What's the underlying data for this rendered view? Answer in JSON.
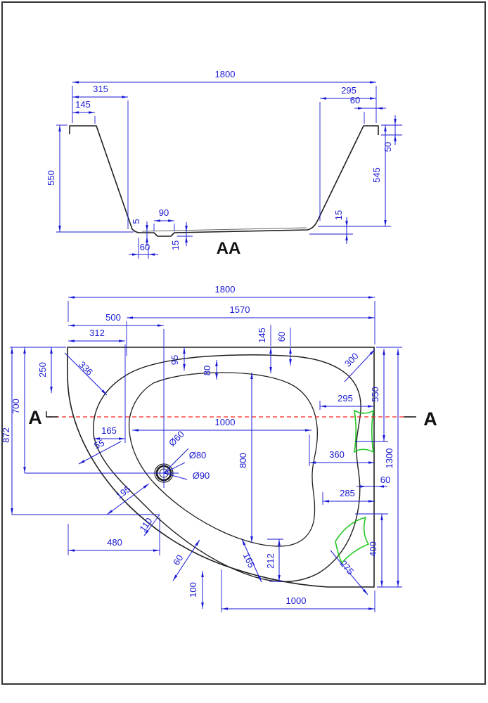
{
  "colors": {
    "dim_blue": "#1a1ad6",
    "line_black": "#1f1f1f",
    "pad_green": "#22c722",
    "section_red": "#ff2020",
    "border": "#33333a",
    "background": "#ffffff"
  },
  "section_view": {
    "title": "AA",
    "dims": [
      [
        "1800",
        103,
        117,
        535,
        117,
        320,
        110,
        0,
        "in"
      ],
      [
        "315",
        103,
        138,
        182,
        138,
        143,
        131,
        0,
        "in"
      ],
      [
        "145",
        103,
        160,
        135,
        160,
        118,
        153,
        0,
        "in"
      ],
      [
        "550",
        85,
        178,
        85,
        330,
        77,
        253,
        -90,
        "in"
      ],
      [
        "295",
        455,
        140,
        535,
        140,
        496,
        133,
        0,
        "in"
      ],
      [
        "60",
        518,
        154,
        535,
        154,
        505,
        147,
        0,
        "out"
      ],
      [
        "50",
        562,
        178,
        562,
        192,
        556,
        209,
        -90,
        "out"
      ],
      [
        "545",
        548,
        178,
        548,
        322,
        540,
        249,
        -90,
        "in"
      ],
      [
        "15",
        493,
        323,
        493,
        333,
        486,
        306,
        -90,
        "out"
      ],
      [
        "5",
        209,
        329,
        209,
        336,
        198,
        315,
        -90,
        "out"
      ],
      [
        "90",
        219,
        314,
        248,
        314,
        233,
        307,
        0,
        "in"
      ],
      [
        "60",
        197,
        362,
        211,
        362,
        206,
        356,
        0,
        "out"
      ],
      [
        "15",
        265,
        330,
        265,
        336,
        254,
        349,
        -90,
        "out"
      ]
    ],
    "extlines": [
      [
        103,
        122,
        103,
        175
      ],
      [
        535,
        122,
        535,
        175
      ],
      [
        182,
        143,
        182,
        326
      ],
      [
        135,
        165,
        135,
        176
      ],
      [
        80,
        178,
        96,
        178
      ],
      [
        80,
        330,
        190,
        330
      ],
      [
        455,
        145,
        455,
        314
      ],
      [
        518,
        159,
        518,
        176
      ],
      [
        542,
        178,
        572,
        178
      ],
      [
        542,
        192,
        572,
        192
      ],
      [
        452,
        322,
        556,
        322
      ],
      [
        440,
        333,
        502,
        333
      ],
      [
        197,
        338,
        197,
        368
      ],
      [
        211,
        352,
        211,
        368
      ],
      [
        219,
        318,
        219,
        329
      ],
      [
        248,
        318,
        248,
        329
      ],
      [
        252,
        336,
        274,
        336
      ]
    ]
  },
  "plan_view": {
    "marker_left": "A",
    "marker_right": "A",
    "dims": [
      [
        "1800",
        97,
        423,
        533,
        423,
        320,
        416,
        0,
        "in"
      ],
      [
        "1570",
        180,
        452,
        533,
        452,
        341,
        445,
        0,
        "in"
      ],
      [
        "500",
        97,
        463,
        233,
        463,
        161,
        456,
        0,
        "in"
      ],
      [
        "312",
        97,
        485,
        178,
        485,
        138,
        478,
        0,
        "in"
      ],
      [
        "250",
        73,
        494,
        73,
        559,
        65,
        526,
        -90,
        "in"
      ],
      [
        "700",
        35,
        494,
        35,
        673,
        27,
        578,
        -90,
        "in"
      ],
      [
        "872",
        17,
        494,
        17,
        732,
        13,
        619,
        -90,
        "in"
      ],
      [
        "336",
        92,
        502,
        152,
        562,
        119,
        527,
        45,
        "end"
      ],
      [
        "95",
        262,
        494,
        262,
        527,
        253,
        512,
        -90,
        "in"
      ],
      [
        "80",
        308,
        512,
        308,
        540,
        299,
        527,
        -90,
        "in"
      ],
      [
        "145",
        385,
        494,
        385,
        531,
        377,
        477,
        -90,
        "in"
      ],
      [
        "60",
        413,
        494,
        413,
        520,
        405,
        479,
        -90,
        "in"
      ],
      [
        "300",
        490,
        543,
        533,
        497,
        503,
        515,
        -46,
        "end"
      ],
      [
        "550",
        546,
        496,
        546,
        628,
        538,
        561,
        -90,
        "in"
      ],
      [
        "1300",
        566,
        496,
        566,
        835,
        558,
        652,
        -90,
        "in"
      ],
      [
        "295",
        455,
        578,
        532,
        578,
        491,
        571,
        0,
        "in"
      ],
      [
        "1000",
        188,
        612,
        443,
        612,
        320,
        605,
        0,
        "in"
      ],
      [
        "800",
        358,
        530,
        358,
        772,
        350,
        655,
        -90,
        "in"
      ],
      [
        "165",
        133,
        624,
        178,
        624,
        155,
        617,
        0,
        "in"
      ],
      [
        "55",
        172,
        628,
        112,
        660,
        143,
        636,
        -25,
        "end"
      ],
      [
        "360",
        440,
        658,
        533,
        658,
        479,
        651,
        0,
        "in"
      ],
      [
        "60",
        521,
        692,
        537,
        692,
        548,
        687,
        0,
        "out"
      ],
      [
        "285",
        459,
        713,
        533,
        713,
        494,
        706,
        0,
        "in"
      ],
      [
        "400",
        543,
        731,
        543,
        835,
        535,
        781,
        -90,
        "in"
      ],
      [
        "195",
        212,
        688,
        152,
        732,
        178,
        704,
        -36,
        "in"
      ],
      [
        "110",
        227,
        732,
        205,
        762,
        211,
        749,
        -54,
        "end"
      ],
      [
        "480",
        97,
        783,
        227,
        783,
        163,
        776,
        0,
        "in"
      ],
      [
        "60",
        284,
        768,
        246,
        826,
        257,
        799,
        -57,
        "in"
      ],
      [
        "100",
        288,
        812,
        288,
        866,
        279,
        839,
        -90,
        "in"
      ],
      [
        "165",
        344,
        767,
        372,
        828,
        350,
        799,
        65,
        "in"
      ],
      [
        "212",
        397,
        767,
        397,
        827,
        389,
        798,
        -90,
        "in"
      ],
      [
        "275",
        470,
        783,
        523,
        846,
        490,
        810,
        50,
        "end"
      ],
      [
        "1000",
        315,
        866,
        533,
        866,
        421,
        859,
        0,
        "in"
      ]
    ],
    "leaders": [
      [
        "Ø60",
        233,
        673,
        268,
        638,
        254,
        627,
        -45
      ],
      [
        "Ø80",
        233,
        673,
        263,
        658,
        281,
        652,
        0
      ],
      [
        "Ø90",
        233,
        673,
        266,
        682,
        286,
        681,
        0
      ]
    ],
    "extlines": [
      [
        97,
        428,
        97,
        458
      ],
      [
        533,
        428,
        533,
        490
      ],
      [
        180,
        457,
        180,
        506
      ],
      [
        233,
        468,
        233,
        694
      ],
      [
        178,
        490,
        178,
        630
      ],
      [
        14,
        494,
        94,
        494
      ],
      [
        535,
        494,
        572,
        494
      ],
      [
        35,
        673,
        254,
        673
      ],
      [
        17,
        732,
        227,
        732
      ],
      [
        227,
        736,
        227,
        790
      ],
      [
        97,
        745,
        97,
        790
      ],
      [
        315,
        810,
        315,
        871
      ],
      [
        533,
        840,
        533,
        871
      ],
      [
        385,
        462,
        385,
        492
      ],
      [
        413,
        466,
        413,
        492
      ],
      [
        455,
        570,
        455,
        583
      ],
      [
        440,
        618,
        440,
        663
      ],
      [
        459,
        700,
        459,
        718
      ],
      [
        505,
        628,
        552,
        628
      ],
      [
        505,
        731,
        552,
        731
      ],
      [
        536,
        835,
        572,
        835
      ],
      [
        380,
        767,
        403,
        767
      ],
      [
        383,
        827,
        403,
        827
      ]
    ]
  }
}
